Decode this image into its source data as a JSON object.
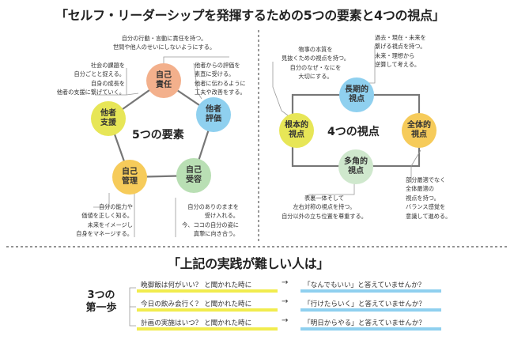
{
  "title": "セルフ・リーダーシップを発揮するための5つの要素と4つの視点",
  "section2_title": "上記の実践が難しい人は",
  "elements": {
    "center_label": "5つの要素",
    "items": [
      {
        "key": "jiko_sekinin",
        "label": "自己\n責任",
        "color": "#f3b08c",
        "note": "自分の行動・言動に責任を持つ。\n世間や他人のせいにしないようにする。"
      },
      {
        "key": "tasha_hyoka",
        "label": "他者\n評価",
        "color": "#8fd0ef",
        "note": "他者からの評価を\n素直に受ける。\n他者に伝わるように\n工夫や改善をする。"
      },
      {
        "key": "jiko_juyo",
        "label": "自己\n受容",
        "color": "#b9dfb4",
        "note": "自分のありのままを\n受け入れる。\n今、ココの自分の姿に\n真摯に向き合う。"
      },
      {
        "key": "jiko_kanri",
        "label": "自己\n管理",
        "color": "#f6cb5a",
        "note": "自分の能力や\n価値を正しく知る。\n未来をイメージし\n自身をマネージする。"
      },
      {
        "key": "tasha_shien",
        "label": "他者\n支援",
        "color": "#e7e657",
        "note": "社会の課題を\n自分ごとと捉える。\n自身の成長を\n他者の支援に繋げていく。"
      }
    ]
  },
  "perspectives": {
    "center_label": "4つの視点",
    "items": [
      {
        "key": "chokiteki",
        "label": "長期的\n視点",
        "color": "#8fd0ef",
        "note": "過去・現在・未来を\n繋げる視点を持つ。\n未来・理想から\n逆算して考える。"
      },
      {
        "key": "zentaiteki",
        "label": "全体的\n視点",
        "color": "#f6cb5a",
        "note": "部分最適でなく\n全体最適の\n視点を持つ。\nバランス感覚を\n意識して進める。"
      },
      {
        "key": "takakuteki",
        "label": "多角的\n視点",
        "color": "#cfe8cd",
        "note": "表裏一体そして\n左右対称の視点を持つ。\n自分以外の立ち位置を尊重する。"
      },
      {
        "key": "konponteki",
        "label": "根本的\n視点",
        "color": "#e7e657",
        "note": "物事の本質を\n見抜くための視点を持つ。\n自分のなぜ・なにを\n大切にする。"
      }
    ]
  },
  "first_steps": {
    "title": "3つの\n第一歩",
    "rows": [
      {
        "question": "晩御飯は何がいい？ と聞かれた時に",
        "answer": "「なんでもいい」と答えていませんか？"
      },
      {
        "question": "今日の飲み会行く？ と聞かれた時に",
        "answer": "「行けたらいく」と答えていませんか？"
      },
      {
        "question": "計画の実施はいつ？ と聞かれた時に",
        "answer": "「明日からやる」と答えていませんか？"
      }
    ]
  },
  "colors": {
    "highlight_yellow": "#f1ec4e",
    "highlight_blue": "#8fd0ef",
    "line_gray": "#999999",
    "frame_gray": "#777777"
  }
}
